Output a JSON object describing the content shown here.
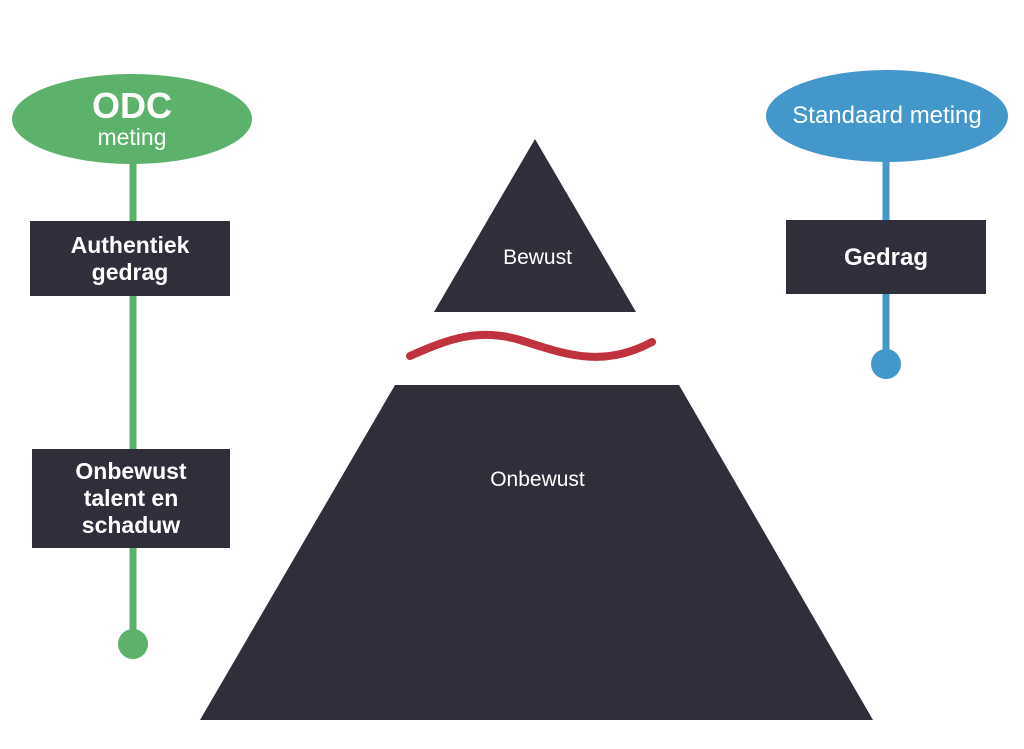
{
  "colors": {
    "odc_green": "#5db26b",
    "standard_blue": "#4497cb",
    "dark_box": "#2f2f3b",
    "wave_red": "#c0323e",
    "text_on_dark": "#ffffff"
  },
  "left_column": {
    "oval_title": "ODC",
    "oval_subtitle": "meting",
    "box_1": "Authentiek gedrag",
    "box_2": "Onbewust talent en schaduw"
  },
  "right_column": {
    "oval_text": "Standaard meting",
    "box_1": "Gedrag"
  },
  "pyramid": {
    "top_label": "Bewust",
    "bottom_label": "Onbewust"
  }
}
